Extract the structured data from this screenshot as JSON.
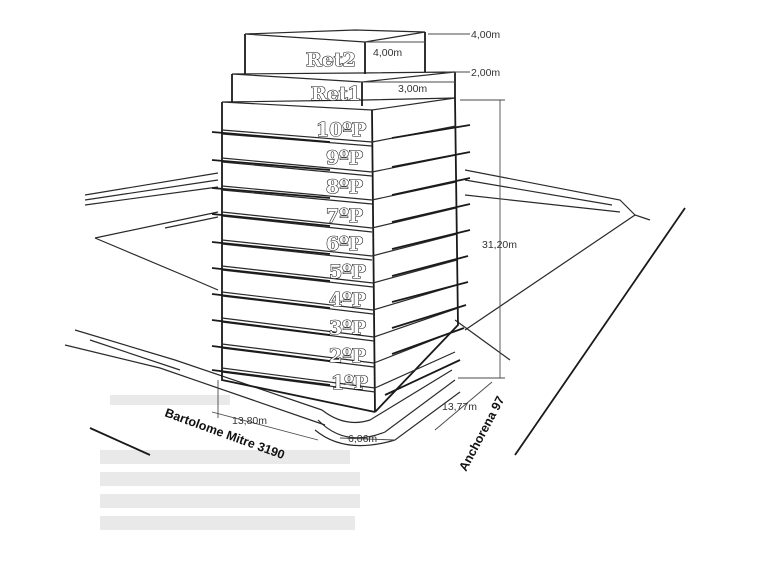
{
  "floors": {
    "ret2": "Ret2",
    "ret1": "Ret1",
    "levels": [
      "10ºP",
      "9ºP",
      "8ºP",
      "7ºP",
      "6ºP",
      "5ºP",
      "4ºP",
      "3ºP",
      "2ºP",
      "1ºP"
    ]
  },
  "dimensions": {
    "ret2_depth": "4,00m",
    "ret2_setback": "4,00m",
    "ret1_depth": "3,00m",
    "ret1_setback": "2,00m",
    "height": "31,20m",
    "front_left": "13,80m",
    "front_right": "13,77m",
    "corner": "6,06m"
  },
  "streets": {
    "left": "Bartolome Mitre 3190",
    "right": "Anchorena 97"
  }
}
